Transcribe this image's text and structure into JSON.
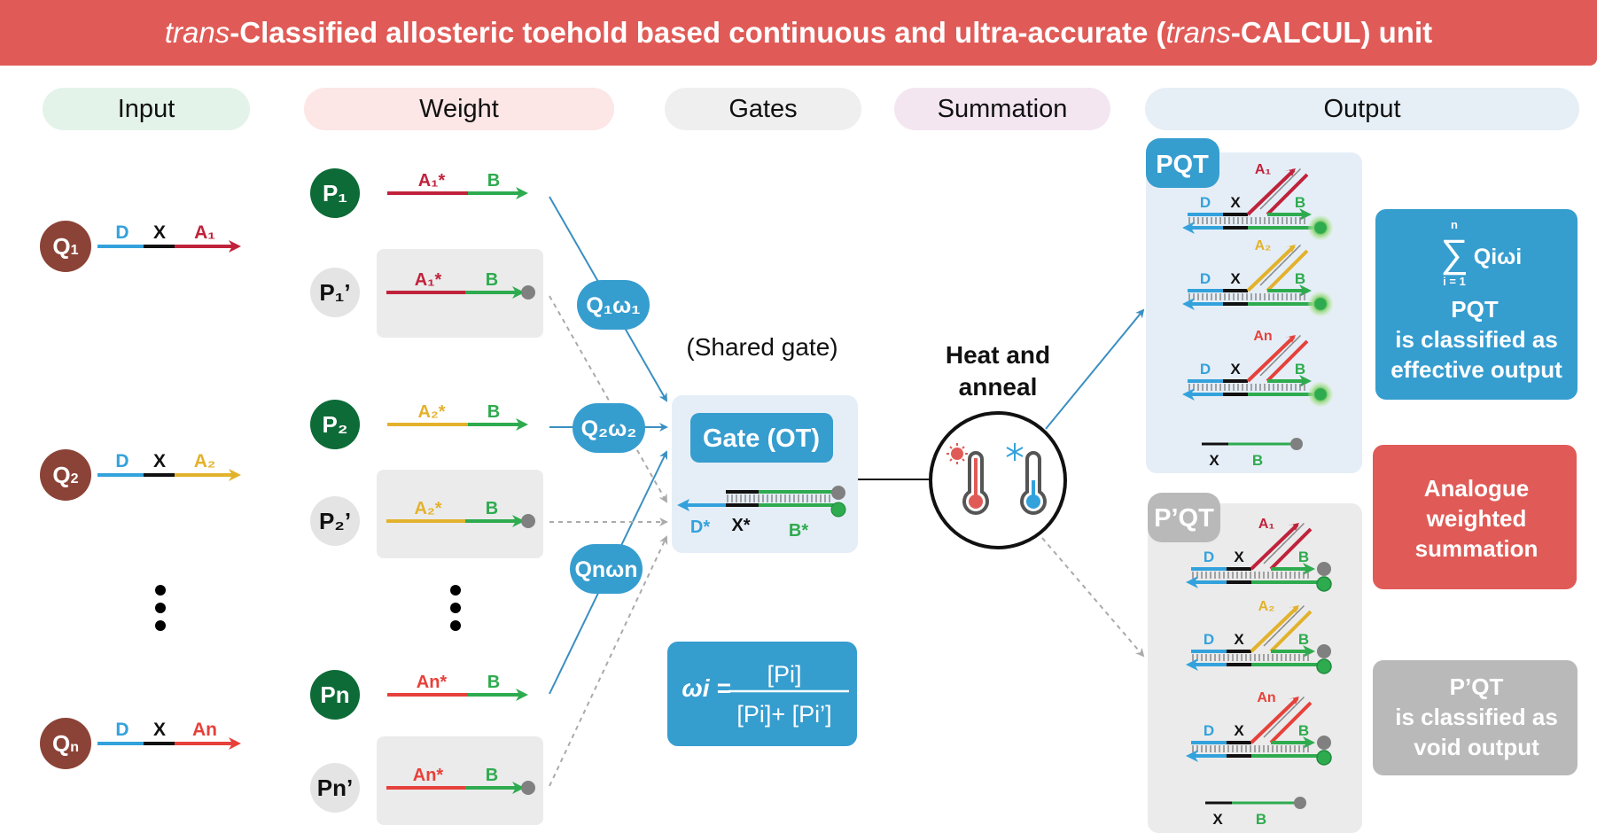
{
  "title": {
    "prefix_italic": "trans",
    "middle": "-Classified allosteric toehold based continuous and ultra-accurate (",
    "inner_italic": "trans",
    "suffix": "-CALCUL) unit"
  },
  "columns": [
    {
      "label": "Input",
      "color": "#e3f3ea"
    },
    {
      "label": "Weight",
      "color": "#fde6e6"
    },
    {
      "label": "Gates",
      "color": "#efefef"
    },
    {
      "label": "Summation",
      "color": "#f3e6f1"
    },
    {
      "label": "Output",
      "color": "#e6eef6"
    }
  ],
  "colors": {
    "banner": "#e05b57",
    "input_circle": "#8b4337",
    "weight_circle": "#0d6b38",
    "weight_prime_circle": "#e4e4e4",
    "domain_D": "#33a2dc",
    "domain_X": "#111111",
    "domain_A1": "#c0223b",
    "domain_A2": "#e3b22c",
    "domain_An": "#e6413a",
    "domain_B": "#2eab4f",
    "accent_blue": "#369dcf",
    "panel_blue": "#e5eef7",
    "panel_gray": "#ebebeb",
    "void_gray": "#b9b9b9",
    "quencher": "#808080",
    "fluorophore": "#2eab4f"
  },
  "inputs": [
    {
      "label": "Q",
      "sub": "1",
      "domains": [
        "D",
        "X",
        "A₁"
      ],
      "a_color_key": "domain_A1"
    },
    {
      "label": "Q",
      "sub": "2",
      "domains": [
        "D",
        "X",
        "A₂"
      ],
      "a_color_key": "domain_A2"
    },
    {
      "label": "Q",
      "sub": "n",
      "domains": [
        "D",
        "X",
        "An"
      ],
      "a_color_key": "domain_An"
    }
  ],
  "weights": [
    {
      "p": "P₁",
      "p_prime": "P₁’",
      "a_star": "A₁*",
      "b": "B"
    },
    {
      "p": "P₂",
      "p_prime": "P₂’",
      "a_star": "A₂*",
      "b": "B"
    },
    {
      "p": "Pn",
      "p_prime": "Pn’",
      "a_star": "An*",
      "b": "B"
    }
  ],
  "ellipsis": "⋮",
  "weighted_inputs": [
    "Q₁ω₁",
    "Q₂ω₂",
    "Qnωn"
  ],
  "gate": {
    "caption": "(Shared gate)",
    "label": "Gate (OT)",
    "domains": [
      "D*",
      "X*",
      "B*"
    ]
  },
  "formula": {
    "lhs": "ωi =",
    "numerator": "[Pi]",
    "denominator": "[Pi]+ [Pi’]"
  },
  "summation": {
    "label_line1": "Heat and",
    "label_line2": "anneal",
    "heat_icon": "sun-icon",
    "cool_icon": "snowflake-icon"
  },
  "outputs": {
    "pqt": {
      "badge": "PQT",
      "complexes": [
        {
          "a": "A₁",
          "a_color_key": "domain_A1"
        },
        {
          "a": "A₂",
          "a_color_key": "domain_A2"
        },
        {
          "a": "An",
          "a_color_key": "domain_An"
        }
      ],
      "waste": {
        "x": "X",
        "b": "B"
      },
      "domain_labels": {
        "d": "D",
        "x": "X",
        "b": "B"
      }
    },
    "ppqt": {
      "badge": "P’QT",
      "complexes": [
        {
          "a": "A₁",
          "a_color_key": "domain_A1"
        },
        {
          "a": "A₂",
          "a_color_key": "domain_A2"
        },
        {
          "a": "An",
          "a_color_key": "domain_An"
        }
      ],
      "waste": {
        "x": "X",
        "b": "B"
      },
      "domain_labels": {
        "d": "D",
        "x": "X",
        "b": "B"
      }
    }
  },
  "info_boxes": {
    "effective": {
      "sum_top": "n",
      "sum_symbol": "∑",
      "sum_bottom": "i = 1",
      "sum_term": "Qiωi",
      "line1": "PQT",
      "line2": "is classified as",
      "line3": "effective output"
    },
    "analogue": {
      "line1": "Analogue",
      "line2": "weighted",
      "line3": "summation"
    },
    "void": {
      "line1": "P’QT",
      "line2": "is classified as",
      "line3": "void output"
    }
  }
}
